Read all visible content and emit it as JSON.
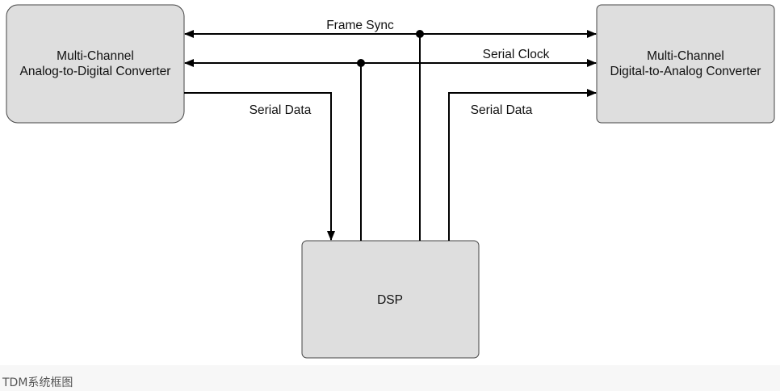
{
  "colors": {
    "box_fill": "#dedede",
    "box_stroke": "#444444",
    "line": "#000000"
  },
  "blocks": {
    "adc": {
      "line1": "Multi-Channel",
      "line2": "Analog-to-Digital Converter"
    },
    "dac": {
      "line1": "Multi-Channel",
      "line2": "Digital-to-Analog Converter"
    },
    "dsp": {
      "label": "DSP"
    }
  },
  "signals": {
    "frame_sync": "Frame Sync",
    "serial_clock": "Serial Clock",
    "serial_data_adc": "Serial Data",
    "serial_data_dac": "Serial Data"
  },
  "caption": "TDM系统框图"
}
